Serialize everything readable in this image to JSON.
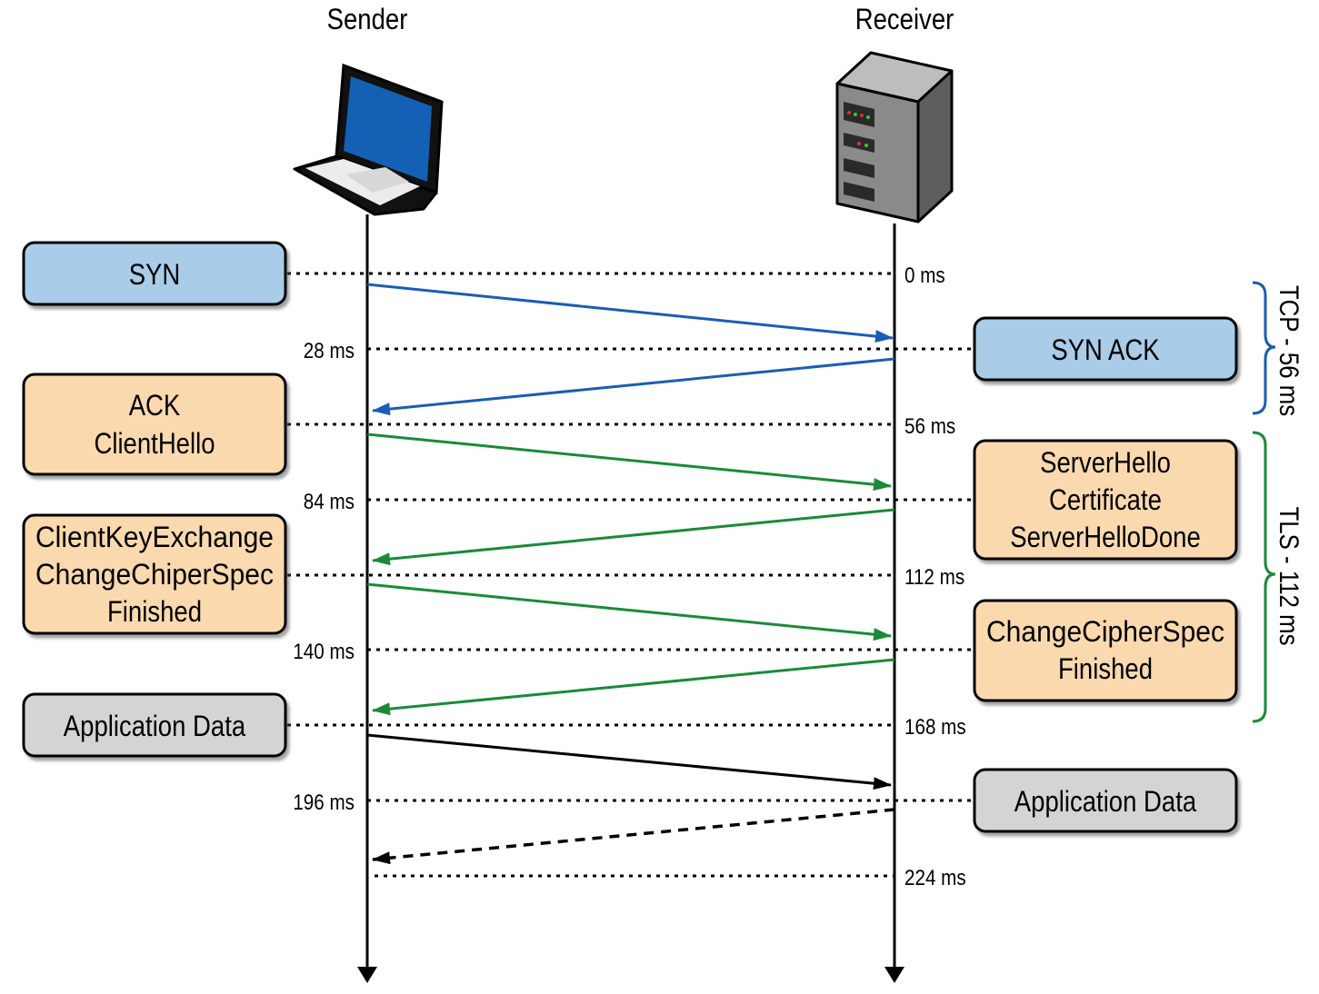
{
  "actors": {
    "sender": "Sender",
    "receiver": "Receiver"
  },
  "sender_messages": {
    "syn": [
      "SYN"
    ],
    "ack": [
      "ACK",
      "ClientHello"
    ],
    "key": [
      "ClientKeyExchange",
      "ChangeChiperSpec",
      "Finished"
    ],
    "data": [
      "Application Data"
    ]
  },
  "receiver_messages": {
    "synack": [
      "SYN ACK"
    ],
    "hello": [
      "ServerHello",
      "Certificate",
      "ServerHelloDone"
    ],
    "cipher": [
      "ChangeCipherSpec",
      "Finished"
    ],
    "data": [
      "Application Data"
    ]
  },
  "time_labels": {
    "t0": "0 ms",
    "t28": "28 ms",
    "t56": "56 ms",
    "t84": "84 ms",
    "t112": "112 ms",
    "t140": "140 ms",
    "t168": "168 ms",
    "t196": "196 ms",
    "t224": "224 ms"
  },
  "phases": {
    "tcp": "TCP - 56 ms",
    "tls": "TLS - 112 ms"
  },
  "colors": {
    "tcp_fill": "#a9cde8",
    "tls_fill": "#fbd9ae",
    "data_fill": "#d4d4d4",
    "tcp_arrow": "#1a5db5",
    "tls_arrow": "#1a8a3a",
    "data_arrow": "#000000"
  },
  "icons": {
    "sender": "laptop-icon",
    "receiver": "server-icon"
  }
}
